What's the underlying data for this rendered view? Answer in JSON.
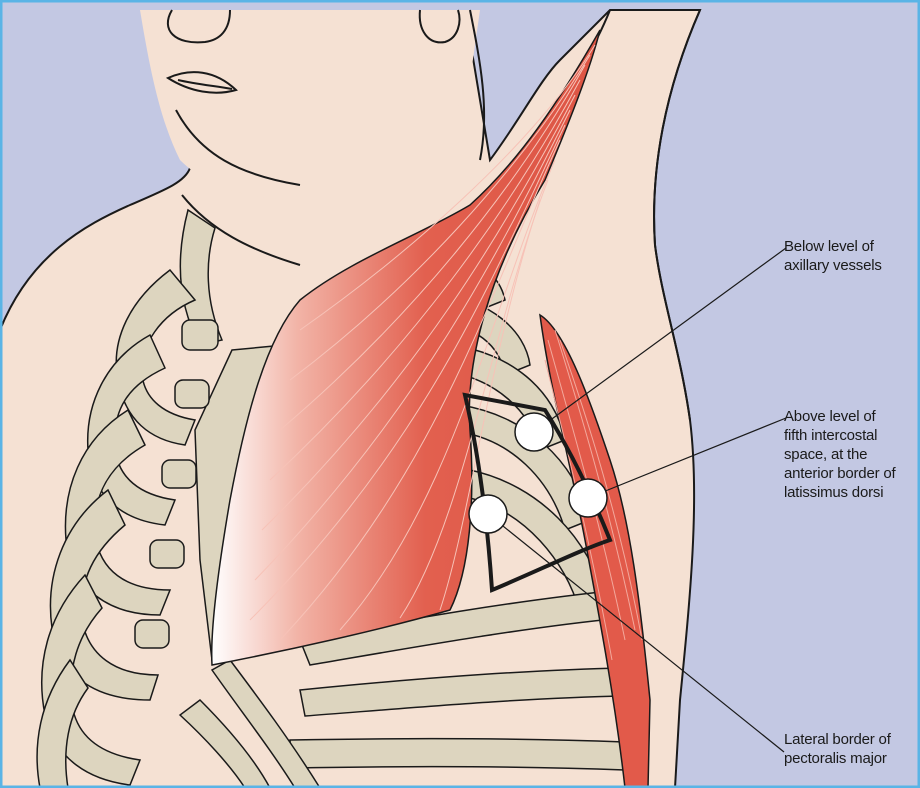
{
  "colors": {
    "background": "#c3c8e3",
    "frame": "#5ab4e6",
    "skin": "#f5e1d3",
    "bone": "#ddd5bf",
    "muscle": "#e25a4a",
    "outline": "#1a1a1a"
  },
  "labels": {
    "axillary": [
      "Below level of",
      "axillary vessels"
    ],
    "intercostal": [
      "Above level of",
      "fifth intercostal",
      "space, at the",
      "anterior border of",
      "latissimus dorsi"
    ],
    "pectoralis": [
      "Lateral border of",
      "pectoralis major"
    ]
  }
}
